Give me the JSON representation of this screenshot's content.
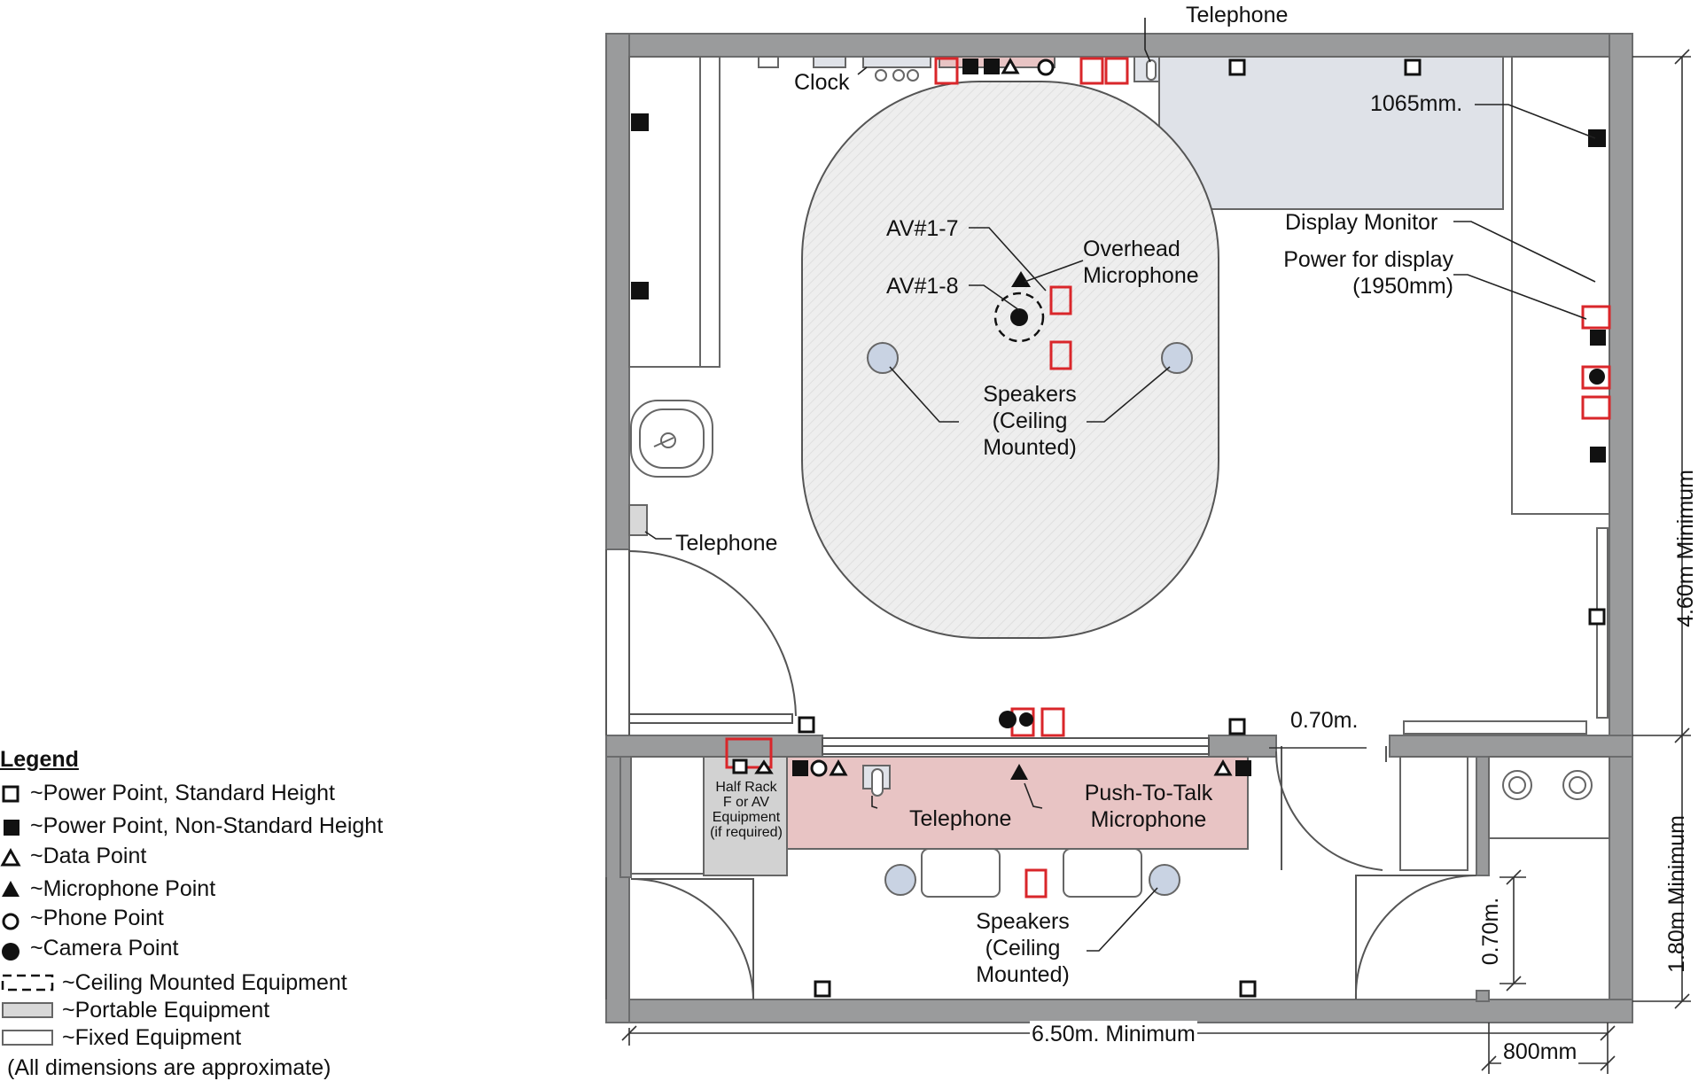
{
  "labels": {
    "telephone_top": "Telephone",
    "clock": "Clock",
    "height_1065": "1065mm.",
    "av_1_7": "AV#1-7",
    "av_1_8": "AV#1-8",
    "overhead_mic": "Overhead\nMicrophone",
    "display_monitor": "Display Monitor",
    "power_display": "Power for display\n(1950mm)",
    "speakers_main": "Speakers\n(Ceiling\nMounted)",
    "telephone_left": "Telephone",
    "gap_070": "0.70m.",
    "half_rack": "Half Rack\nF or AV\nEquipment\n(if required)",
    "telephone_desk": "Telephone",
    "push_to_talk": "Push-To-Talk\nMicrophone",
    "speakers_bottom": "Speakers\n(Ceiling\nMounted)",
    "dim_460": "4.60m Minimum",
    "dim_180": "1.80m Minimum",
    "dim_070_vertical": "0.70m.",
    "dim_650": "6.50m. Minimum",
    "dim_800": "800mm"
  },
  "legend": {
    "title": "Legend",
    "items": [
      {
        "icon": "open-square",
        "label": "~Power Point, Standard Height"
      },
      {
        "icon": "filled-square",
        "label": "~Power Point, Non-Standard Height"
      },
      {
        "icon": "open-triangle",
        "label": "~Data Point"
      },
      {
        "icon": "filled-triangle",
        "label": "~Microphone Point"
      },
      {
        "icon": "open-circle",
        "label": "~Phone Point"
      },
      {
        "icon": "filled-circle",
        "label": "~Camera Point"
      },
      {
        "icon": "dashed-rectangle",
        "label": "~Ceiling Mounted Equipment"
      },
      {
        "icon": "gray-rectangle",
        "label": "~Portable Equipment"
      },
      {
        "icon": "white-rectangle",
        "label": "~Fixed Equipment"
      }
    ],
    "note": "(All dimensions are approximate)"
  },
  "colors": {
    "wall": "#9a9b9c",
    "wall_stroke": "#6b6c6d",
    "red_marker": "#d9262a",
    "desk_pink": "#e8c4c4",
    "portable_blue": "#dfe2e8",
    "table_fill": "#ececec",
    "speaker_fill": "#c9d3e3"
  }
}
